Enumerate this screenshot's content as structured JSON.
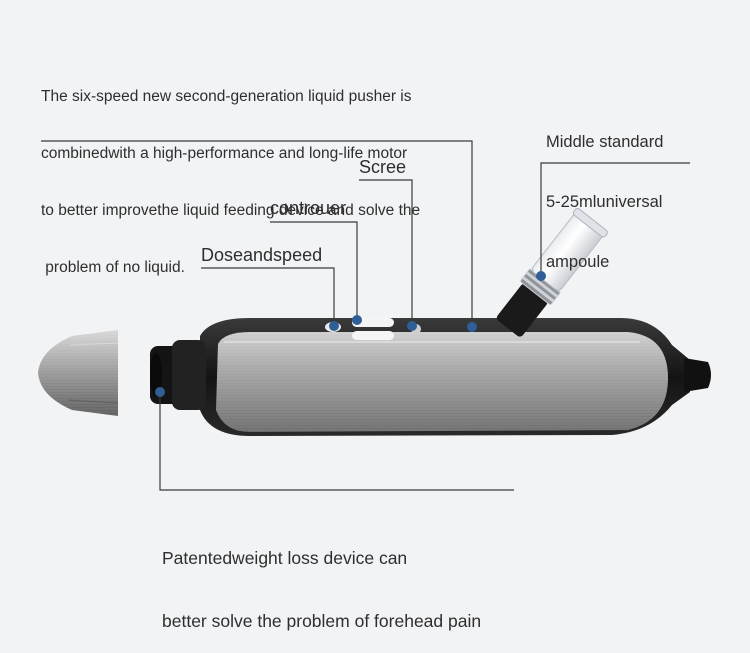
{
  "description_top": {
    "lines": [
      "The six-speed new second-generation liquid pusher is",
      "combinedwith a high-performance and long-life motor",
      "to better improvethe liquid feeding device and solve the",
      " problem of no liquid."
    ]
  },
  "ampoule_callout": {
    "lines": [
      "Middle standard",
      "5-25mluniversal",
      "ampoule"
    ]
  },
  "callouts": {
    "scree": "Scree",
    "contour": "controuer",
    "dose_speed": "Doseandspeed"
  },
  "description_bottom": {
    "lines": [
      "Patentedweight loss device can",
      "better solve the problem of forehead pain"
    ]
  },
  "colors": {
    "background": "#f2f3f5",
    "leader_line": "#3a3a3a",
    "marker_dot": "#2f5f96",
    "device_body": "#9a9a9a",
    "device_frame": "#1c1c1c"
  }
}
